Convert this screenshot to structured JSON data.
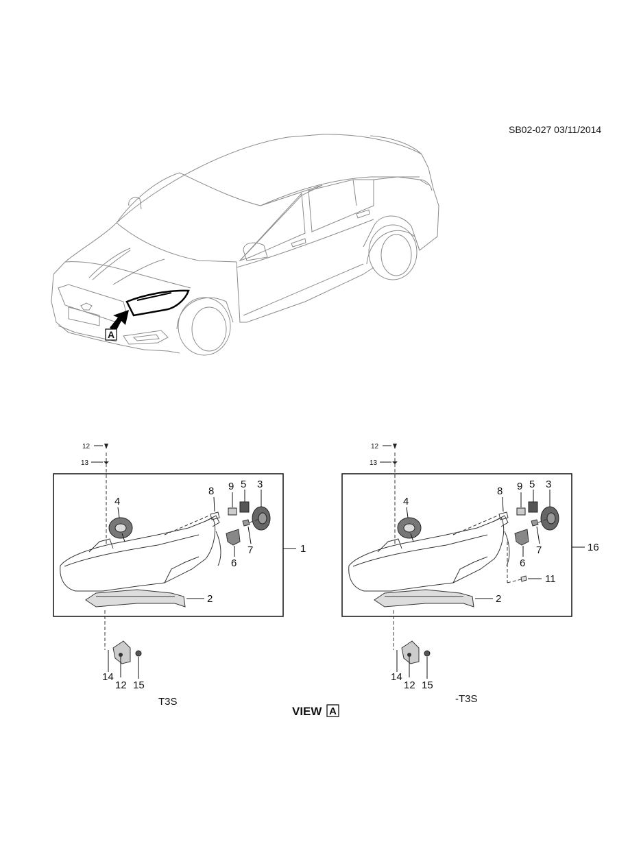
{
  "reference": "SB02-027 03/11/2014",
  "view_title": "VIEW",
  "view_letter": "A",
  "callout_letter": "A",
  "left_assembly": {
    "caption": "T3S",
    "box_label": "1",
    "labels": {
      "p2": "2",
      "p3": "3",
      "p4": "4",
      "p5": "5",
      "p6": "6",
      "p7": "7",
      "p8": "8",
      "p9": "9",
      "p12a": "12",
      "p13": "13",
      "p14": "14",
      "p12b": "12",
      "p15": "15"
    }
  },
  "right_assembly": {
    "caption": "-T3S",
    "box_label": "16",
    "labels": {
      "p2": "2",
      "p3": "3",
      "p4": "4",
      "p5": "5",
      "p6": "6",
      "p7": "7",
      "p8": "8",
      "p9": "9",
      "p11": "11",
      "p12a": "12",
      "p13": "13",
      "p14": "14",
      "p12b": "12",
      "p15": "15"
    }
  }
}
